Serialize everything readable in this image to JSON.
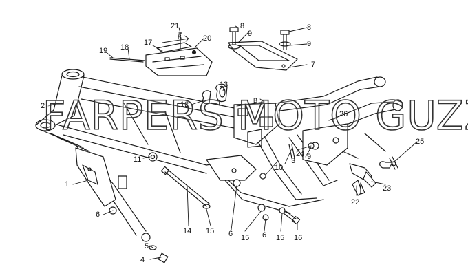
{
  "diagram": {
    "callouts": [
      {
        "id": "c1",
        "text": "1"
      },
      {
        "id": "c2",
        "text": "2"
      },
      {
        "id": "c3",
        "text": "3"
      },
      {
        "id": "c4",
        "text": "4"
      },
      {
        "id": "c5",
        "text": "5"
      },
      {
        "id": "c6a",
        "text": "6"
      },
      {
        "id": "c6b",
        "text": "6"
      },
      {
        "id": "c6c",
        "text": "6"
      },
      {
        "id": "c7",
        "text": "7"
      },
      {
        "id": "c8a",
        "text": "8"
      },
      {
        "id": "c8b",
        "text": "8"
      },
      {
        "id": "c9a",
        "text": "9"
      },
      {
        "id": "c9b",
        "text": "9"
      },
      {
        "id": "c9c",
        "text": "9"
      },
      {
        "id": "c10",
        "text": "10"
      },
      {
        "id": "c11",
        "text": "11"
      },
      {
        "id": "c12",
        "text": "12"
      },
      {
        "id": "c13",
        "text": "13"
      },
      {
        "id": "c14",
        "text": "14"
      },
      {
        "id": "c15a",
        "text": "15"
      },
      {
        "id": "c15b",
        "text": "15"
      },
      {
        "id": "c15c",
        "text": "15"
      },
      {
        "id": "c16",
        "text": "16"
      },
      {
        "id": "c17",
        "text": "17"
      },
      {
        "id": "c18",
        "text": "18"
      },
      {
        "id": "c19",
        "text": "19"
      },
      {
        "id": "c20",
        "text": "20"
      },
      {
        "id": "c21",
        "text": "21"
      },
      {
        "id": "c22",
        "text": "22"
      },
      {
        "id": "c23",
        "text": "23"
      },
      {
        "id": "c24",
        "text": "24"
      },
      {
        "id": "c25",
        "text": "25"
      },
      {
        "id": "c26",
        "text": "26"
      }
    ],
    "view_markers": [
      {
        "id": "b1",
        "text": "B"
      },
      {
        "id": "b2",
        "text": "B"
      }
    ],
    "watermark": "FARPERS MOTO GUZZI©",
    "colors": {
      "ink": "#1a1a1a",
      "paper": "#ffffff"
    }
  }
}
